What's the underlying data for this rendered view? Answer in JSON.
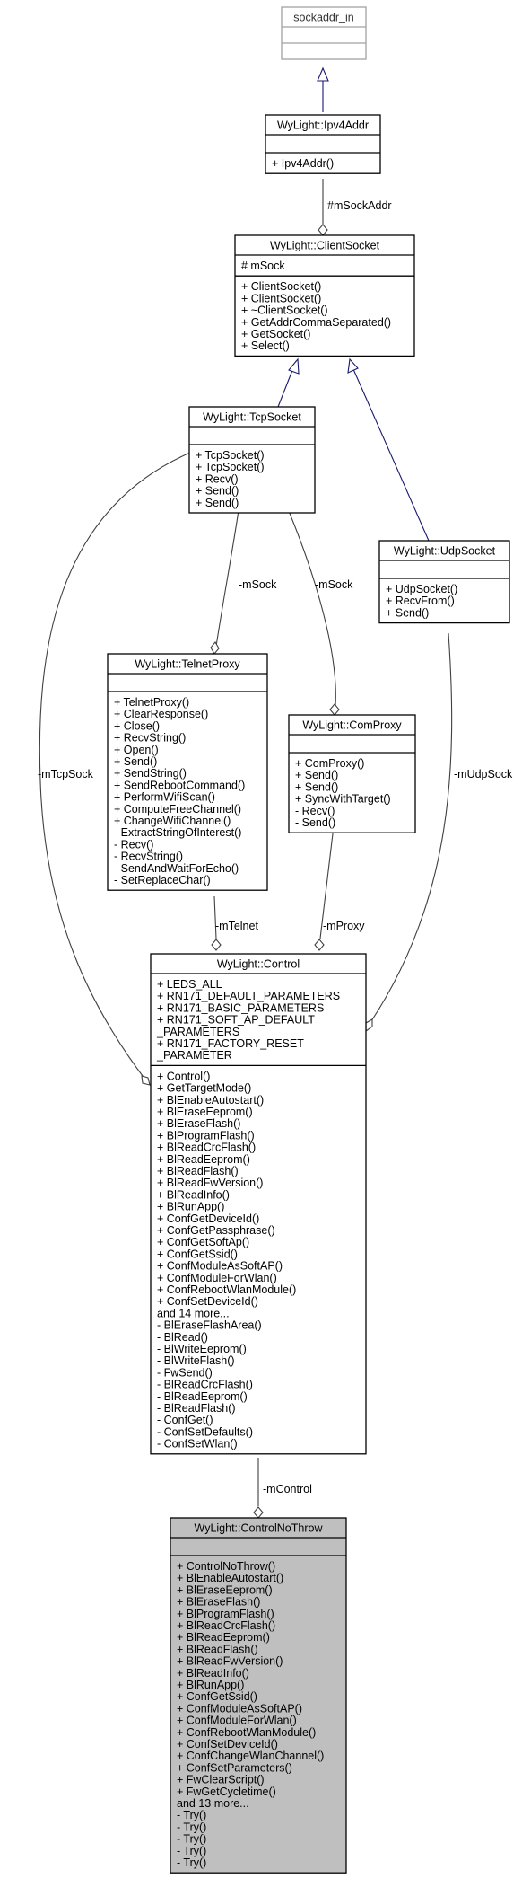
{
  "classes": {
    "sockaddr_in": {
      "title": "sockaddr_in",
      "attrs": [],
      "methods": []
    },
    "ipv4addr": {
      "title": "WyLight::Ipv4Addr",
      "attrs": [],
      "methods": [
        "+ Ipv4Addr()"
      ]
    },
    "clientsocket": {
      "title": "WyLight::ClientSocket",
      "attrs": [
        "# mSock"
      ],
      "methods": [
        "+ ClientSocket()",
        "+ ClientSocket()",
        "+ ~ClientSocket()",
        "+ GetAddrCommaSeparated()",
        "+ GetSocket()",
        "+ Select()"
      ]
    },
    "tcpsocket": {
      "title": "WyLight::TcpSocket",
      "attrs": [],
      "methods": [
        "+ TcpSocket()",
        "+ TcpSocket()",
        "+ Recv()",
        "+ Send()",
        "+ Send()"
      ]
    },
    "udpsocket": {
      "title": "WyLight::UdpSocket",
      "attrs": [],
      "methods": [
        "+ UdpSocket()",
        "+ RecvFrom()",
        "+ Send()"
      ]
    },
    "telnetproxy": {
      "title": "WyLight::TelnetProxy",
      "attrs": [],
      "methods": [
        "+ TelnetProxy()",
        "+ ClearResponse()",
        "+ Close()",
        "+ RecvString()",
        "+ Open()",
        "+ Send()",
        "+ SendString()",
        "+ SendRebootCommand()",
        "+ PerformWifiScan()",
        "+ ComputeFreeChannel()",
        "+ ChangeWifiChannel()",
        "- ExtractStringOfInterest()",
        "- Recv()",
        "- RecvString()",
        "- SendAndWaitForEcho()",
        "- SetReplaceChar()"
      ]
    },
    "comproxy": {
      "title": "WyLight::ComProxy",
      "attrs": [],
      "methods": [
        "+ ComProxy()",
        "+ Send()",
        "+ Send()",
        "+ SyncWithTarget()",
        "- Recv()",
        "- Send()"
      ]
    },
    "control": {
      "title": "WyLight::Control",
      "attrs": [
        "+ LEDS_ALL",
        "+ RN171_DEFAULT_PARAMETERS",
        "+ RN171_BASIC_PARAMETERS",
        "+ RN171_SOFT_AP_DEFAULT",
        "_PARAMETERS",
        "+ RN171_FACTORY_RESET",
        "_PARAMETER"
      ],
      "methods": [
        "+ Control()",
        "+ GetTargetMode()",
        "+ BlEnableAutostart()",
        "+ BlEraseEeprom()",
        "+ BlEraseFlash()",
        "+ BlProgramFlash()",
        "+ BlReadCrcFlash()",
        "+ BlReadEeprom()",
        "+ BlReadFlash()",
        "+ BlReadFwVersion()",
        "+ BlReadInfo()",
        "+ BlRunApp()",
        "+ ConfGetDeviceId()",
        "+ ConfGetPassphrase()",
        "+ ConfGetSoftAp()",
        "+ ConfGetSsid()",
        "+ ConfModuleAsSoftAP()",
        "+ ConfModuleForWlan()",
        "+ ConfRebootWlanModule()",
        "+ ConfSetDeviceId()",
        "and 14 more...",
        "- BlEraseFlashArea()",
        "- BlRead()",
        "- BlWriteEeprom()",
        "- BlWriteFlash()",
        "- FwSend()",
        "- BlReadCrcFlash()",
        "- BlReadEeprom()",
        "- BlReadFlash()",
        "- ConfGet()",
        "- ConfSetDefaults()",
        "- ConfSetWlan()"
      ]
    },
    "controlnothrow": {
      "title": "WyLight::ControlNoThrow",
      "attrs": [],
      "methods": [
        "+ ControlNoThrow()",
        "+ BlEnableAutostart()",
        "+ BlEraseEeprom()",
        "+ BlEraseFlash()",
        "+ BlProgramFlash()",
        "+ BlReadCrcFlash()",
        "+ BlReadEeprom()",
        "+ BlReadFlash()",
        "+ BlReadFwVersion()",
        "+ BlReadInfo()",
        "+ BlRunApp()",
        "+ ConfGetSsid()",
        "+ ConfModuleAsSoftAP()",
        "+ ConfModuleForWlan()",
        "+ ConfRebootWlanModule()",
        "+ ConfSetDeviceId()",
        "+ ConfChangeWlanChannel()",
        "+ ConfSetParameters()",
        "+ FwClearScript()",
        "+ FwGetCycletime()",
        "and 13 more...",
        "- Try()",
        "- Try()",
        "- Try()",
        "- Try()",
        "- Try()"
      ]
    }
  },
  "edge_labels": {
    "mSockAddr": "#mSockAddr",
    "telnet_mSock": "-mSock",
    "com_mSock": "-mSock",
    "mTcpSock": "-mTcpSock",
    "mUdpSock": "-mUdpSock",
    "mTelnet": "-mTelnet",
    "mProxy": "-mProxy",
    "mControl": "-mControl"
  }
}
